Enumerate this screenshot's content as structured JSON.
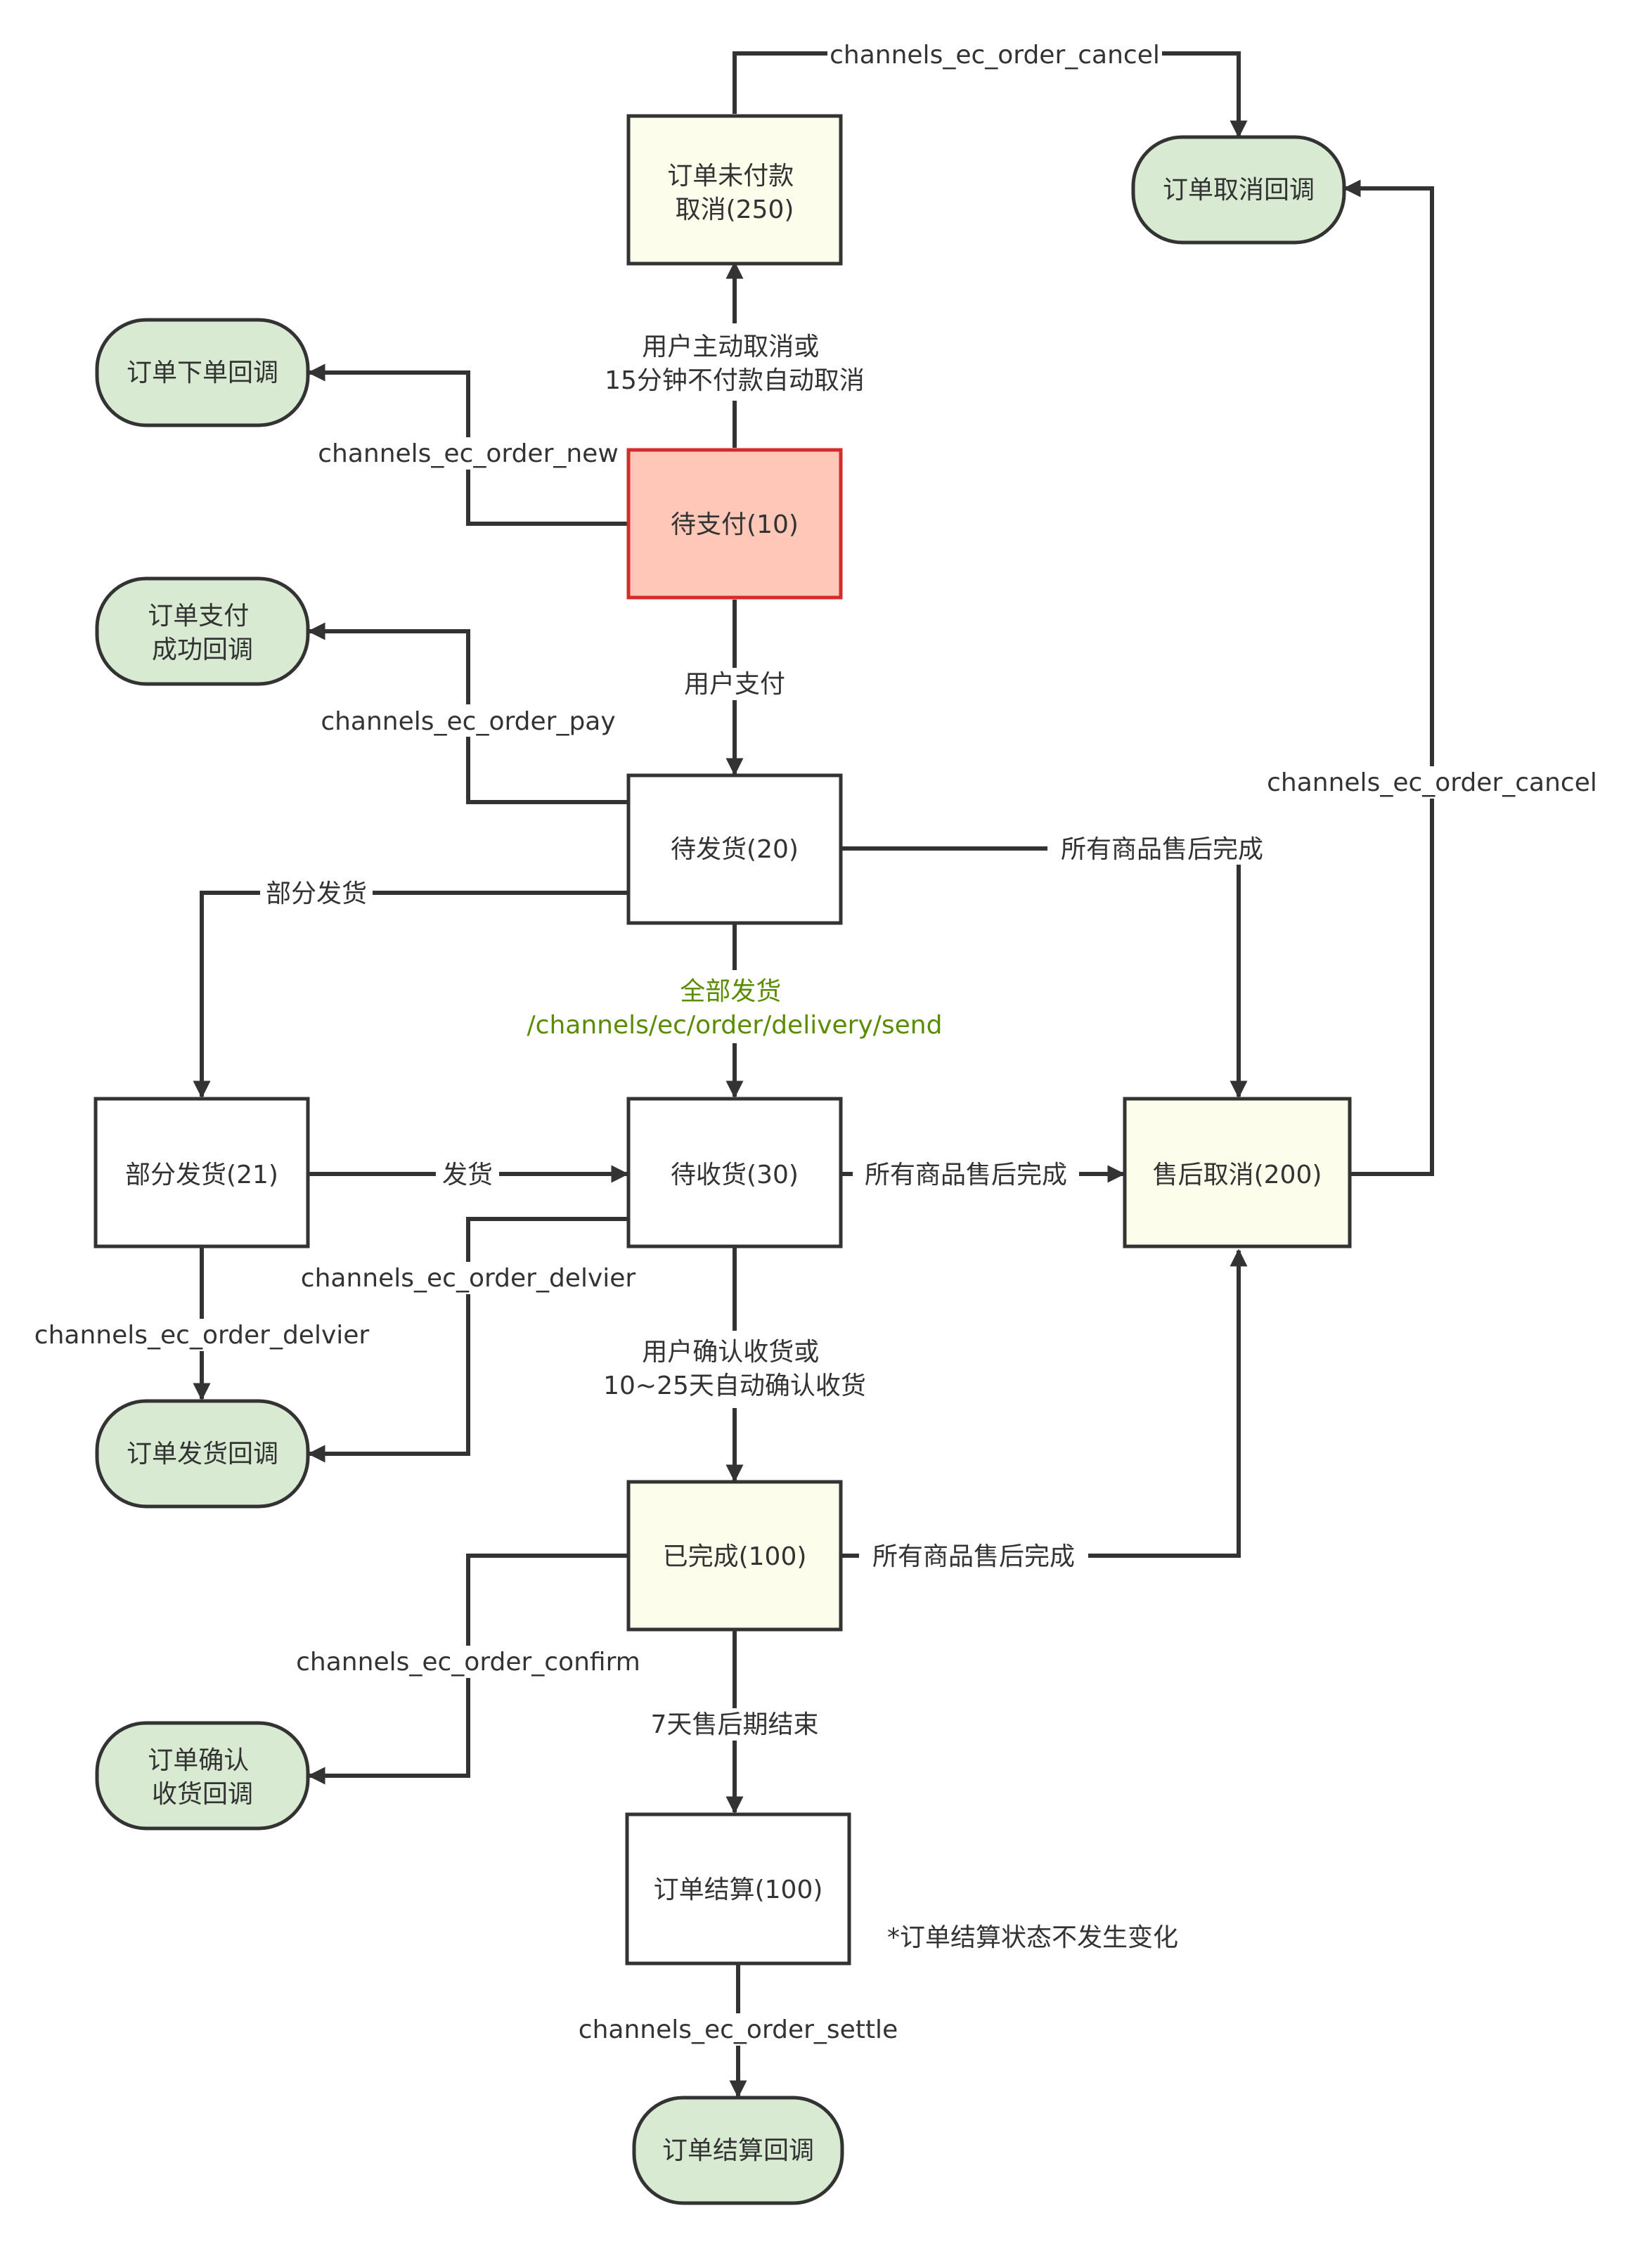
{
  "colors": {
    "line": "#333333",
    "state_fill": "#ffffff",
    "pending_pay_fill": "#ffc7b8",
    "pending_pay_border": "#d42b2b",
    "terminal_fill": "#fdfdec",
    "callback_fill": "#d9ead3",
    "green_text": "#5b8c00"
  },
  "nodes": {
    "unpaid_cancel": [
      "订单未付款",
      "取消(250)"
    ],
    "cancel_callback": [
      "订单取消回调"
    ],
    "new_callback": [
      "订单下单回调"
    ],
    "pending_pay": [
      "待支付(10)"
    ],
    "pay_callback": [
      "订单支付",
      "成功回调"
    ],
    "pending_ship": [
      "待发货(20)"
    ],
    "partial_ship": [
      "部分发货(21)"
    ],
    "pending_receive": [
      "待收货(30)"
    ],
    "aftersale_cancel": [
      "售后取消(200)"
    ],
    "ship_callback": [
      "订单发货回调"
    ],
    "completed": [
      "已完成(100)"
    ],
    "confirm_callback": [
      "订单确认",
      "收货回调"
    ],
    "settle": [
      "订单结算(100)"
    ],
    "settle_callback": [
      "订单结算回调"
    ]
  },
  "edges": {
    "e_cancel_top": [
      "channels_ec_order_cancel"
    ],
    "e_user_cancel": [
      "用户主动取消或",
      "15分钟不付款自动取消"
    ],
    "e_order_new": [
      "channels_ec_order_new"
    ],
    "e_order_pay": [
      "channels_ec_order_pay"
    ],
    "e_user_pay": [
      "用户支付"
    ],
    "e_cancel_right": [
      "channels_ec_order_cancel"
    ],
    "e_ship_aftersale": [
      "所有商品售后完成"
    ],
    "e_partial_ship": [
      "部分发货"
    ],
    "e_full_ship": [
      "全部发货",
      "/channels/ec/order/delivery/send"
    ],
    "e_ship": [
      "发货"
    ],
    "e_receive_aftersale": [
      "所有商品售后完成"
    ],
    "e_deliver_mid": [
      "channels_ec_order_delvier"
    ],
    "e_deliver_left": [
      "channels_ec_order_delvier"
    ],
    "e_confirm": [
      "用户确认收货或",
      "10~25天自动确认收货"
    ],
    "e_complete_aftersale": [
      "所有商品售后完成"
    ],
    "e_order_confirm": [
      "channels_ec_order_confirm"
    ],
    "e_seven_days": [
      "7天售后期结束"
    ],
    "e_order_settle": [
      "channels_ec_order_settle"
    ]
  },
  "note": "*订单结算状态不发生变化"
}
